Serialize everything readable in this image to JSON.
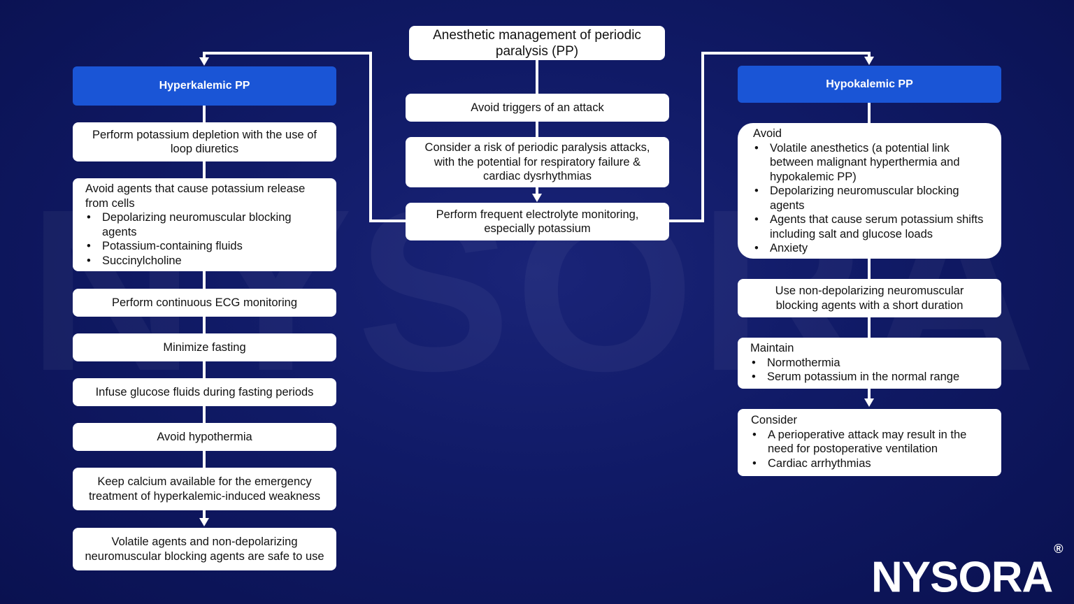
{
  "colors": {
    "background": "#101a66",
    "header": "#1a55d6",
    "box": "#ffffff",
    "line": "#ffffff"
  },
  "watermark": "NYSORA",
  "logo": {
    "text": "NYSORA",
    "mark": "®"
  },
  "center": {
    "title": "Anesthetic management of periodic paralysis (PP)",
    "steps": [
      "Avoid triggers of an attack",
      "Consider a risk of periodic paralysis attacks, with the potential for respiratory failure & cardiac dysrhythmias",
      "Perform frequent electrolyte monitoring, especially potassium"
    ]
  },
  "hyperkalemic": {
    "header": "Hyperkalemic PP",
    "steps": [
      "Perform potassium depletion with the use of loop diuretics",
      {
        "heading": "Avoid agents that cause potassium release from cells",
        "items": [
          "Depolarizing neuromuscular blocking agents",
          "Potassium-containing fluids",
          "Succinylcholine"
        ]
      },
      "Perform continuous ECG monitoring",
      "Minimize fasting",
      "Infuse glucose fluids during fasting periods",
      "Avoid hypothermia",
      "Keep calcium available for the emergency treatment of hyperkalemic-induced weakness",
      "Volatile agents and non-depolarizing neuromuscular blocking agents are safe to use"
    ]
  },
  "hypokalemic": {
    "header": "Hypokalemic PP",
    "avoid": {
      "heading": "Avoid",
      "items": [
        "Volatile anesthetics (a potential link between malignant hyperthermia and hypokalemic PP)",
        "Depolarizing neuromuscular blocking agents",
        "Agents that cause serum potassium shifts including salt and glucose loads",
        "Anxiety"
      ]
    },
    "use": "Use non-depolarizing neuromuscular blocking agents with a short duration",
    "maintain": {
      "heading": "Maintain",
      "items": [
        "Normothermia",
        "Serum potassium in the normal range"
      ]
    },
    "consider": {
      "heading": "Consider",
      "items": [
        "A perioperative attack may result in the need for postoperative ventilation",
        "Cardiac arrhythmias"
      ]
    }
  }
}
